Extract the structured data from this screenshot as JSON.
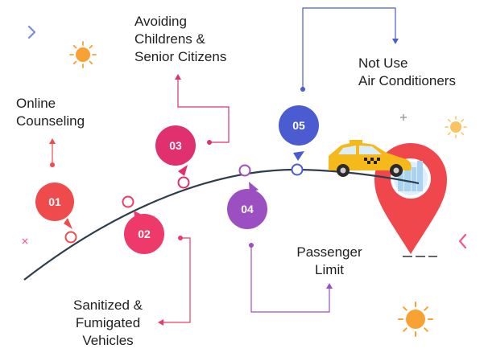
{
  "steps": [
    {
      "num": "01",
      "label": "Online\nCounseling",
      "color": "#f04b4c"
    },
    {
      "num": "02",
      "label": "Sanitized &\nFumigated\nVehicles",
      "color": "#ee3a6a"
    },
    {
      "num": "03",
      "label": "Avoiding\nChildrens &\nSenior Citizens",
      "color": "#e0306e"
    },
    {
      "num": "04",
      "label": "Passenger\nLimit",
      "color": "#9c4fc1"
    },
    {
      "num": "05",
      "label": "Not Use\nAir Conditioners",
      "color": "#4b5bd0"
    }
  ],
  "colors": {
    "road": "#2f3e4b",
    "pin": "#f0474c",
    "taxi": "#f6b91b",
    "sun": "#f7a233",
    "accent_blue": "#7a8ed6"
  },
  "icons": [
    "taxi-icon",
    "location-pin-icon",
    "sun-icon",
    "chevron-right-icon",
    "chevron-left-icon"
  ]
}
